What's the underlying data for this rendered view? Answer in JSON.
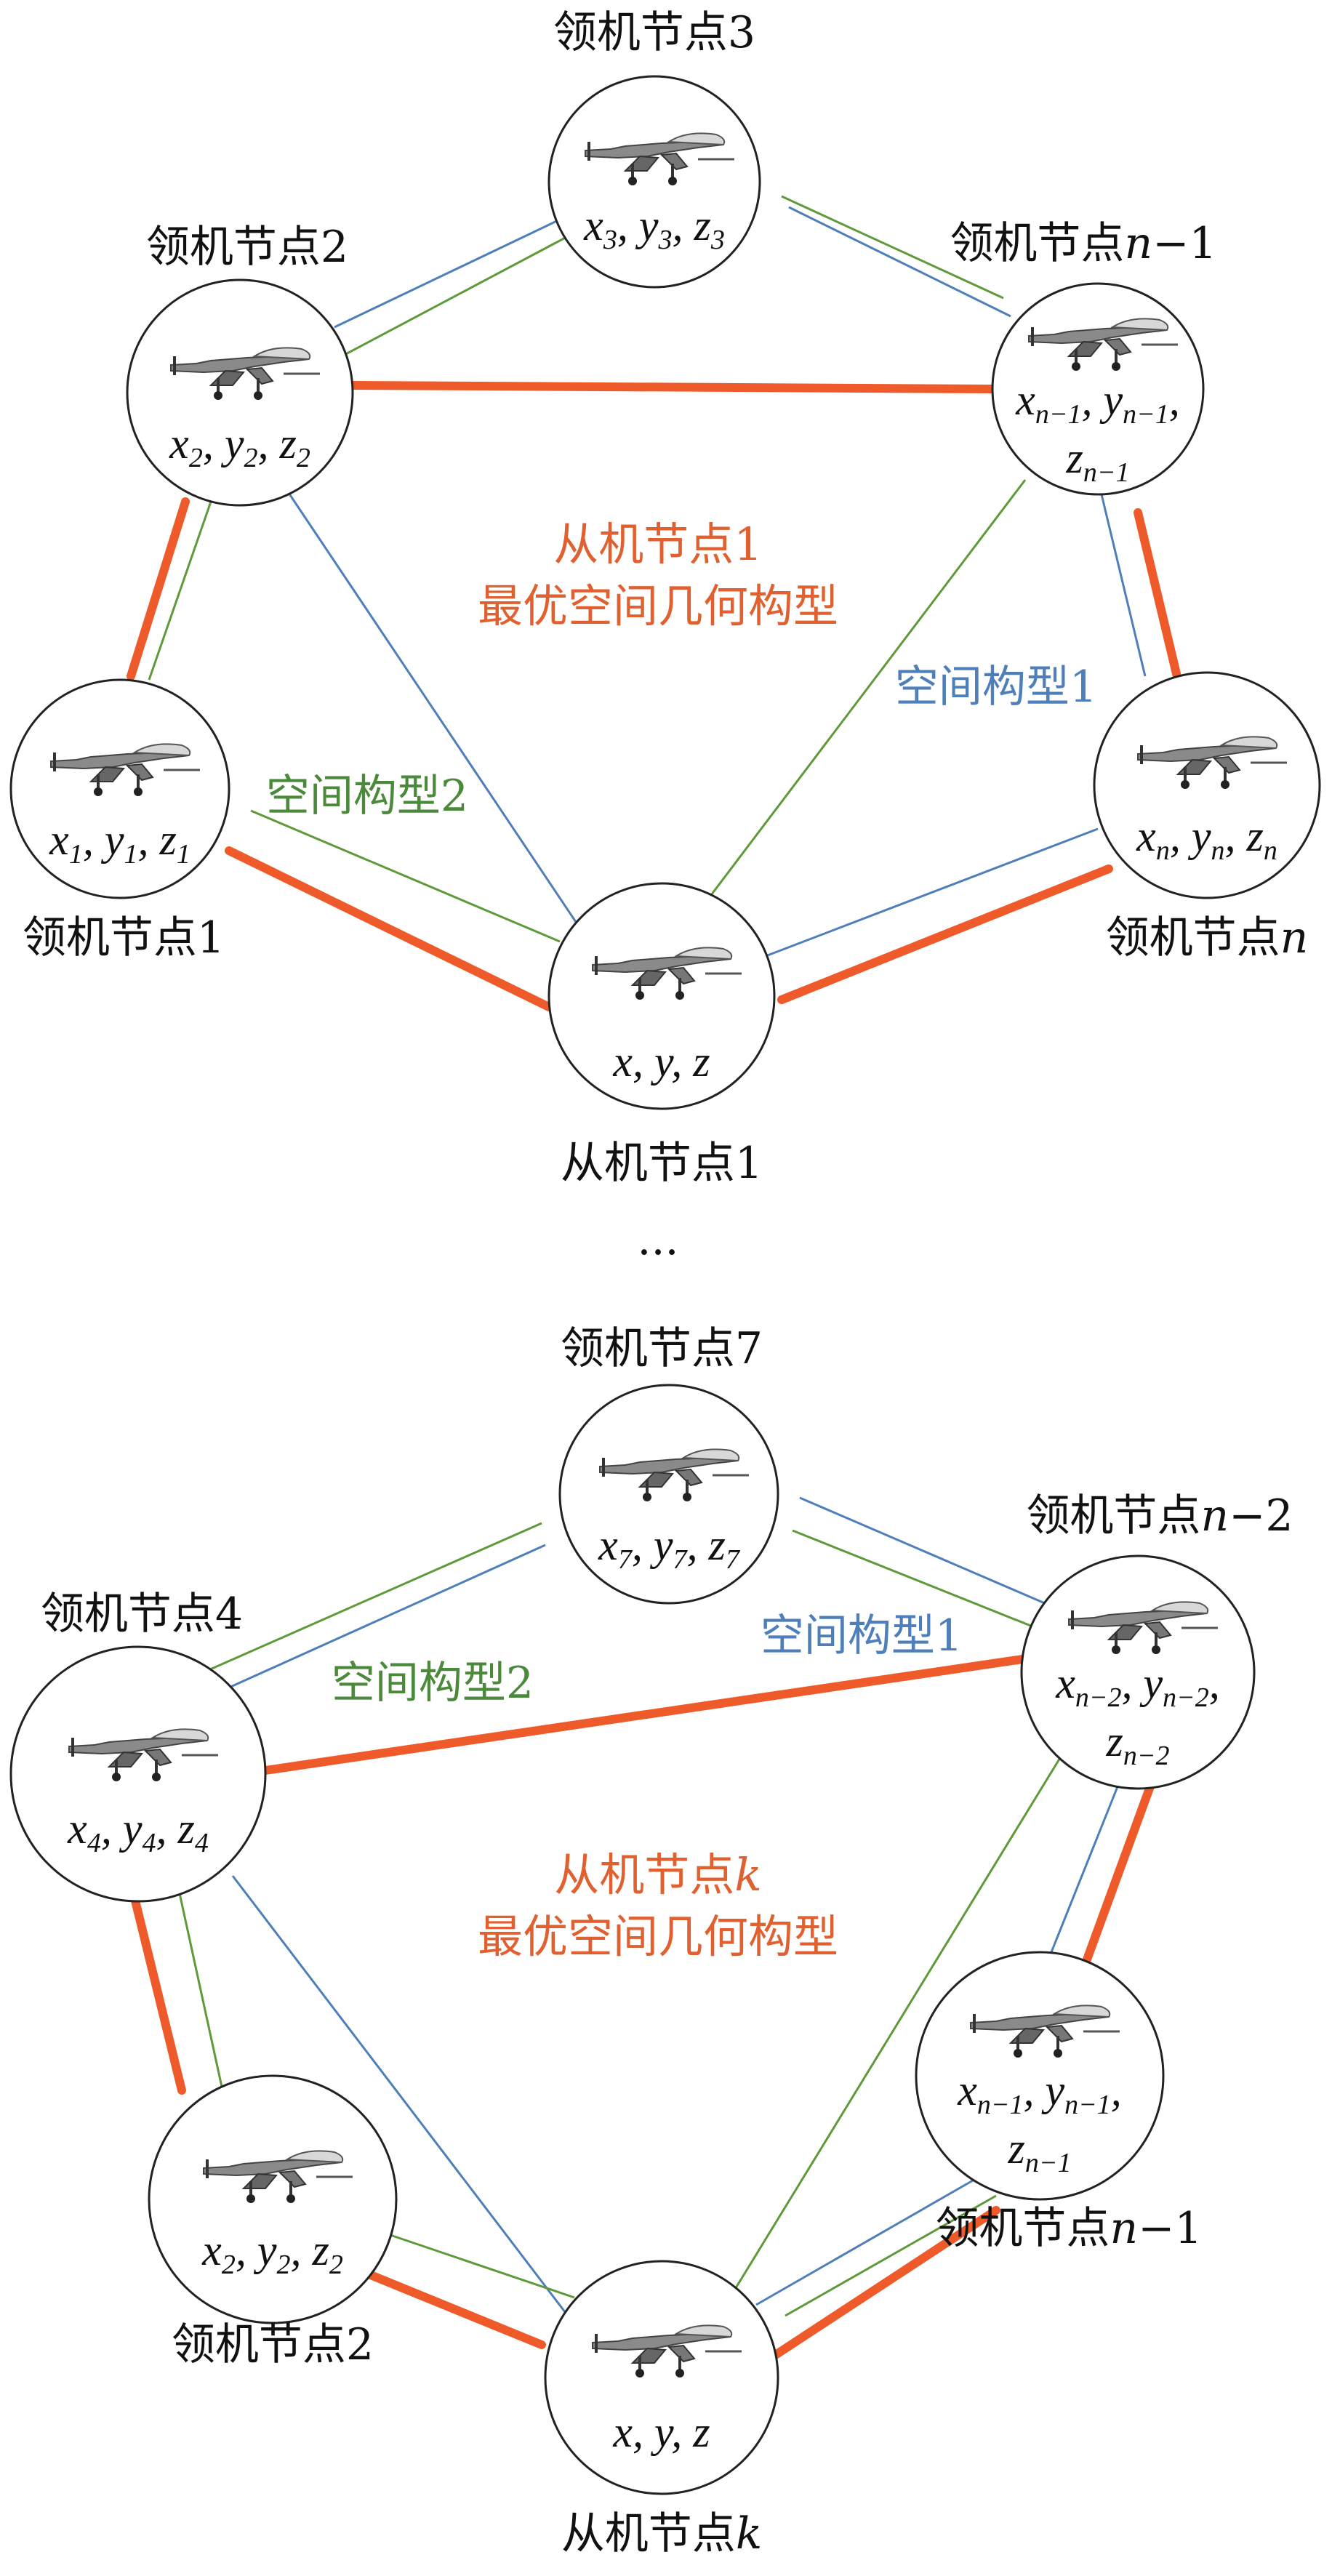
{
  "colors": {
    "optimal": "#ee5a2a",
    "config1": "#4f7fba",
    "config2": "#5e9a3a",
    "stroke": "#222222"
  },
  "icons": {
    "node": "drone-icon"
  },
  "top": {
    "title_opt_line1": "从机节点1",
    "title_opt_line2": "最优空间几何构型",
    "config1_label": "空间构型1",
    "config2_label": "空间构型2",
    "nodes": [
      {
        "id": "lead3",
        "label": "领机节点3"
      },
      {
        "id": "lead2",
        "label": "领机节点2"
      },
      {
        "id": "leadn1",
        "label_prefix": "领机节点",
        "label_n": "n",
        "label_suffix": "−1"
      },
      {
        "id": "lead1",
        "label": "领机节点1"
      },
      {
        "id": "leadn",
        "label_prefix": "领机节点",
        "label_n": "n"
      },
      {
        "id": "slave1",
        "label": "从机节点1"
      }
    ]
  },
  "ellipsis": "...",
  "bottom": {
    "title_opt_line1_prefix": "从机节点",
    "title_opt_line1_k": "k",
    "title_opt_line2": "最优空间几何构型",
    "config1_label": "空间构型1",
    "config2_label": "空间构型2",
    "nodes": [
      {
        "id": "lead7",
        "label": "领机节点7"
      },
      {
        "id": "leadn2",
        "label_prefix": "领机节点",
        "label_n": "n",
        "label_suffix": "−2"
      },
      {
        "id": "lead4",
        "label": "领机节点4"
      },
      {
        "id": "leadn1",
        "label_prefix": "领机节点",
        "label_n": "n",
        "label_suffix": "−1"
      },
      {
        "id": "lead2",
        "label": "领机节点2"
      },
      {
        "id": "slavek",
        "label_prefix": "从机节点",
        "label_n": "k"
      }
    ]
  }
}
